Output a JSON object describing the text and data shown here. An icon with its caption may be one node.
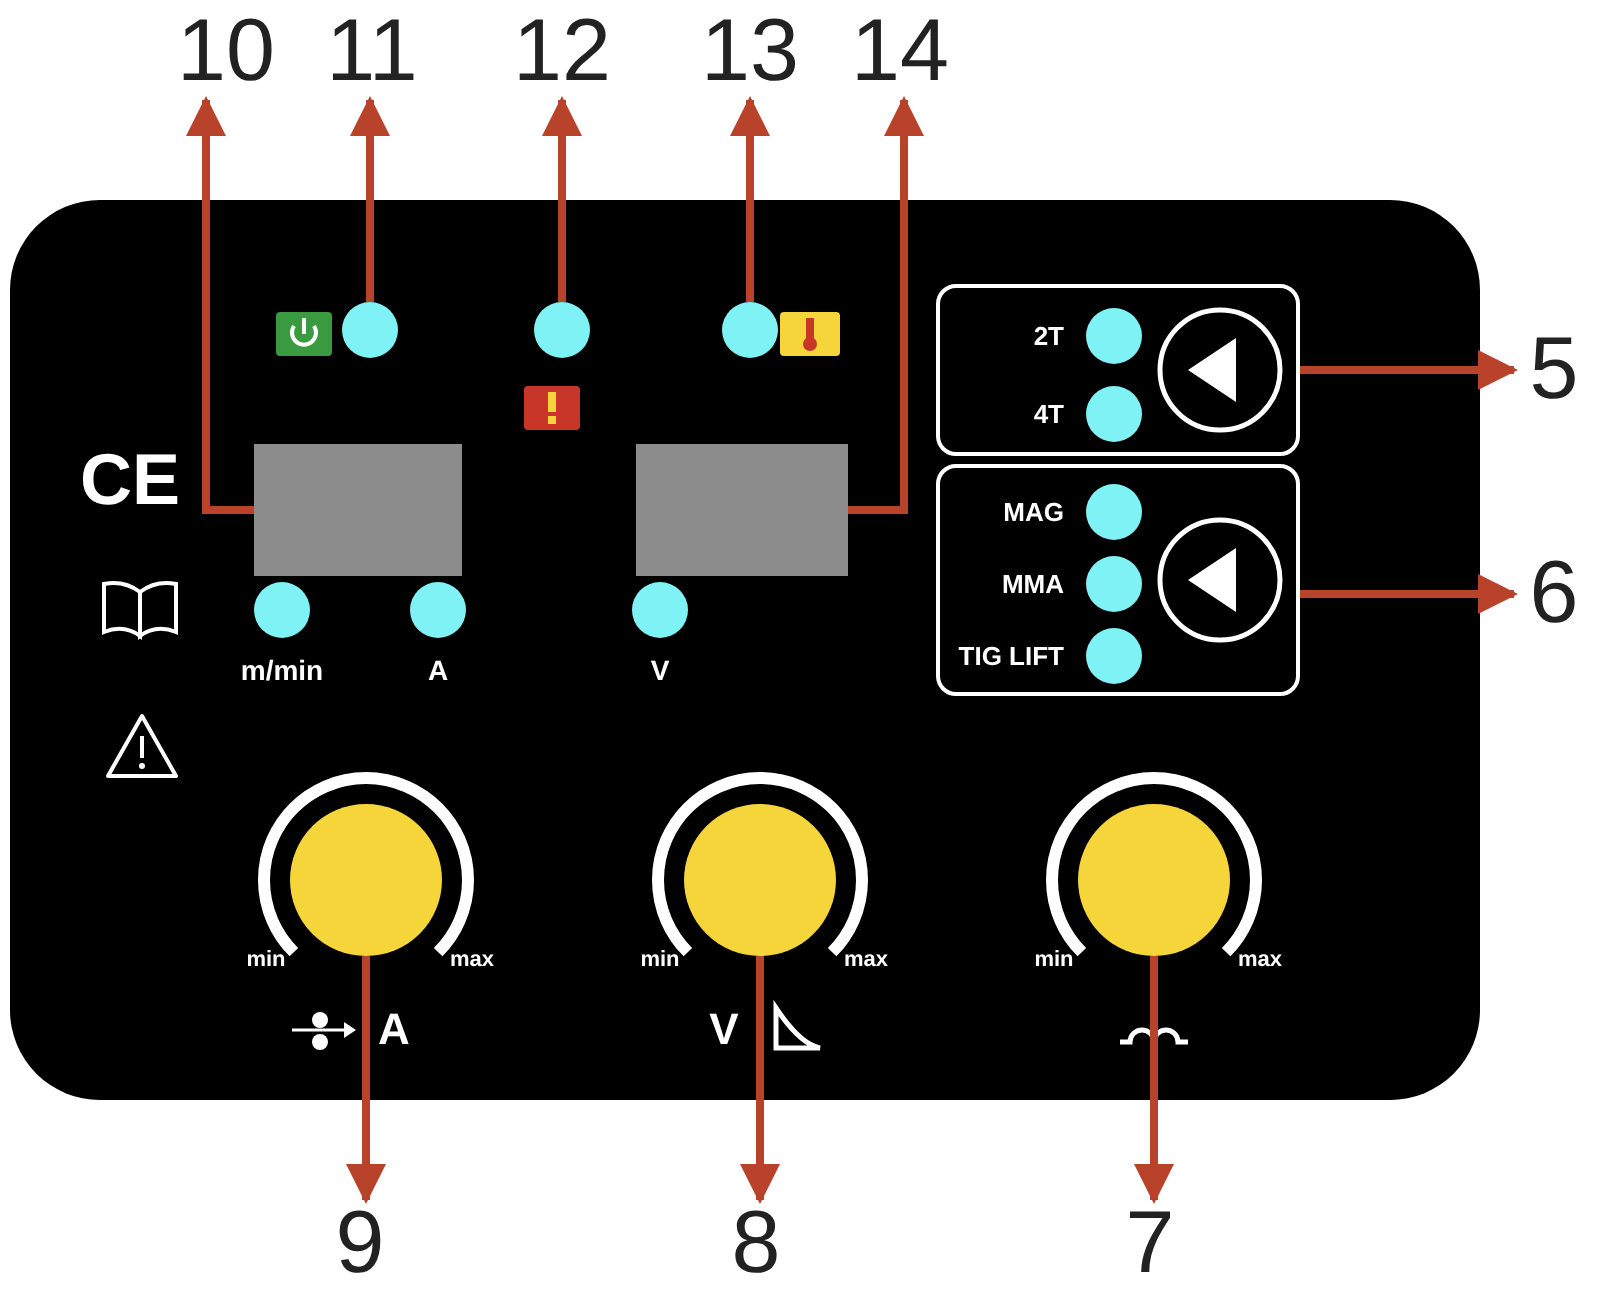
{
  "diagram": {
    "nodes": [
      {
        "text": [
          "10"
        ]
      },
      {
        "text": [
          "11"
        ]
      },
      {
        "text": [
          "12"
        ]
      },
      {
        "text": [
          "13"
        ]
      },
      {
        "text": [
          "14"
        ]
      },
      {
        "text": [
          "2T",
          "4T"
        ]
      },
      {
        "text": [
          "5"
        ]
      },
      {
        "text": [],
        "shape": "box"
      },
      {
        "text": [],
        "shape": "circle"
      },
      {
        "text": [],
        "shape": "circle"
      },
      {
        "text": [],
        "shape": "circle"
      },
      {
        "text": [],
        "shape": "box"
      },
      {
        "text": [
          "MAG",
          "MMA",
          "TIG LIFT"
        ]
      },
      {
        "text": [
          "6"
        ]
      },
      {
        "text": [],
        "shape": "circle"
      },
      {
        "text": [],
        "shape": "circle"
      },
      {
        "text": [],
        "shape": "circle"
      },
      {
        "text": [
          "9"
        ]
      },
      {
        "text": [
          "8"
        ]
      },
      {
        "text": [
          "7"
        ]
      },
      {
        "text": [],
        "shape": "circle"
      },
      {
        "text": [],
        "shape": "circle"
      },
      {
        "text": [],
        "shape": "circle"
      }
    ],
    "edges": [
      {
        "from": 7,
        "to": 0,
        "arrow": "to"
      },
      {
        "from": 8,
        "to": 1,
        "arrow": "to"
      },
      {
        "from": 9,
        "to": 2,
        "arrow": "to"
      },
      {
        "from": 10,
        "to": 3,
        "arrow": "to"
      },
      {
        "from": 11,
        "to": 4,
        "arrow": "to"
      },
      {
        "from": 5,
        "to": 6,
        "arrow": "to"
      },
      {
        "from": 12,
        "to": 13,
        "arrow": "to"
      },
      {
        "from": 14,
        "to": 17,
        "arrow": "to"
      },
      {
        "from": 15,
        "to": 18,
        "arrow": "to"
      },
      {
        "from": 16,
        "to": 19,
        "arrow": "to"
      }
    ],
    "labels": [
      "CE",
      "m/min",
      "A",
      "V",
      "min",
      "max",
      "min",
      "max",
      "min",
      "max",
      "A",
      "V"
    ]
  }
}
